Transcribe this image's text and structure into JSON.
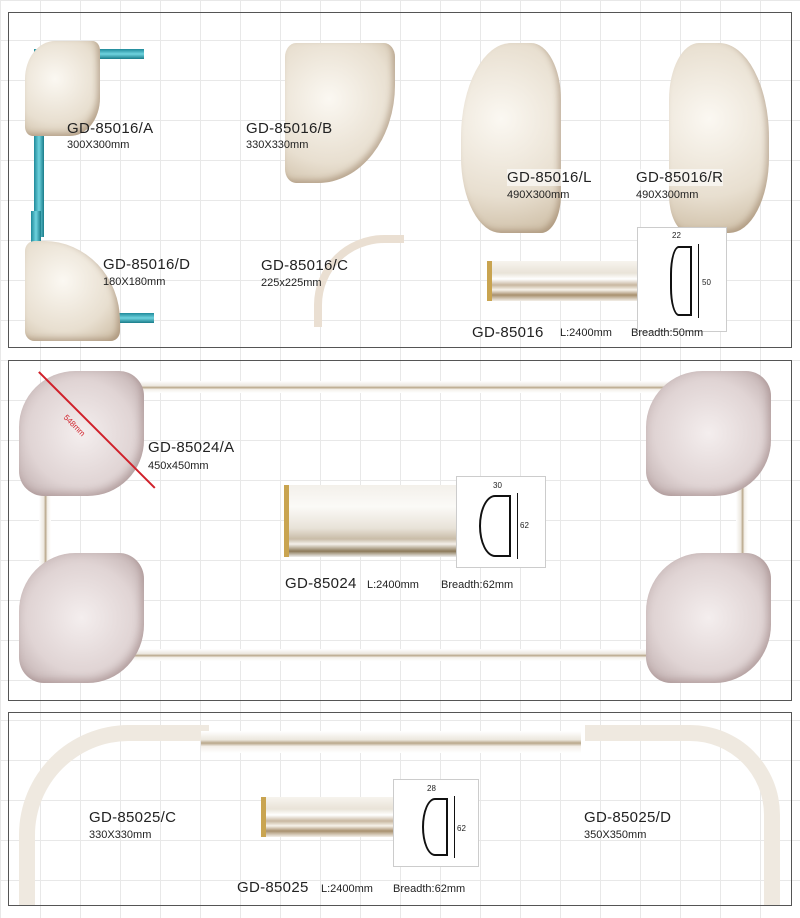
{
  "panel1": {
    "items": [
      {
        "code": "GD-85016/A",
        "size": "300X300mm"
      },
      {
        "code": "GD-85016/B",
        "size": "330X330mm"
      },
      {
        "code": "GD-85016/L",
        "size": "490X300mm"
      },
      {
        "code": "GD-85016/R",
        "size": "490X300mm"
      },
      {
        "code": "GD-85016/D",
        "size": "180X180mm"
      },
      {
        "code": "GD-85016/C",
        "size": "225x225mm"
      }
    ],
    "moulding": {
      "code": "GD-85016",
      "length": "L:2400mm",
      "breadth": "Breadth:50mm",
      "width_dim": "22",
      "height_dim": "50"
    }
  },
  "panel2": {
    "corner": {
      "code": "GD-85024/A",
      "size": "450x450mm",
      "diagonal": "548mm"
    },
    "moulding": {
      "code": "GD-85024",
      "length": "L:2400mm",
      "breadth": "Breadth:62mm",
      "width_dim": "30",
      "height_dim": "62"
    }
  },
  "panel3": {
    "items": [
      {
        "code": "GD-85025/C",
        "size": "330X330mm"
      },
      {
        "code": "GD-85025/D",
        "size": "350X350mm"
      }
    ],
    "moulding": {
      "code": "GD-85025",
      "length": "L:2400mm",
      "breadth": "Breadth:62mm",
      "width_dim": "28",
      "height_dim": "62"
    }
  },
  "colors": {
    "border": "#555555",
    "accent_teal": "#2a9aa8",
    "gold": "#c9a450",
    "dimension_red": "#d0202a"
  }
}
